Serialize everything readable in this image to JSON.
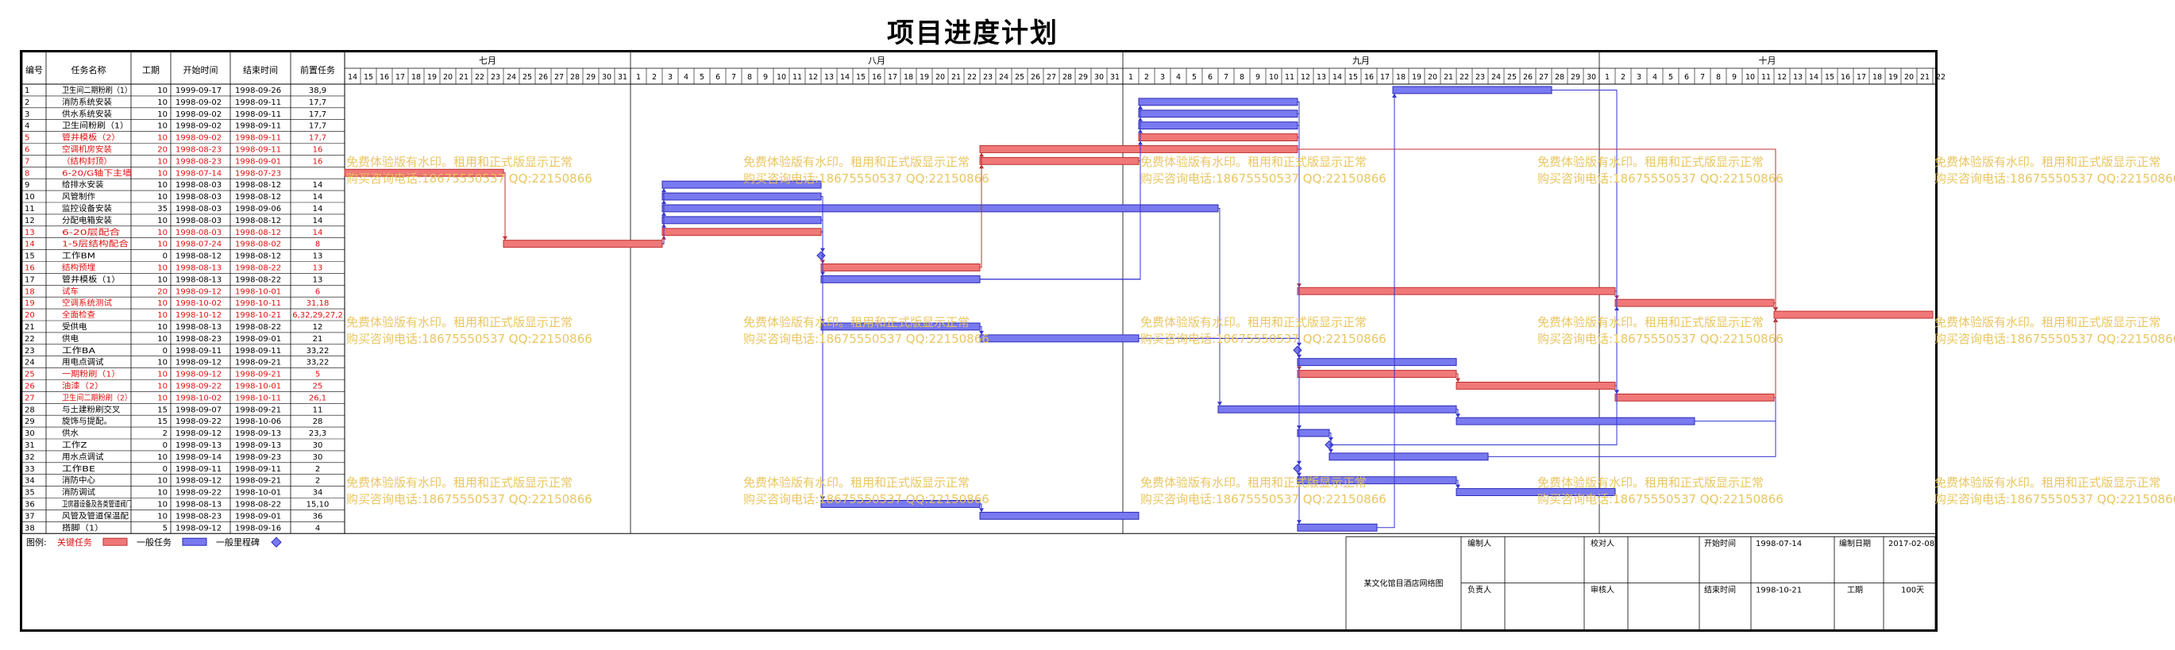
{
  "title": "项目进度计划",
  "columns": [
    "编号",
    "任务名称",
    "工期",
    "开始时间",
    "结束时间",
    "前置任务"
  ],
  "months": [
    "七月",
    "八月",
    "九月",
    "十月"
  ],
  "timeline": {
    "days": [
      "14",
      "15",
      "16",
      "17",
      "18",
      "19",
      "20",
      "21",
      "22",
      "23",
      "24",
      "25",
      "26",
      "27",
      "28",
      "29",
      "30",
      "31",
      "1",
      "2",
      "3",
      "4",
      "5",
      "6",
      "7",
      "8",
      "9",
      "10",
      "11",
      "12",
      "13",
      "14",
      "15",
      "16",
      "17",
      "18",
      "19",
      "20",
      "21",
      "22",
      "23",
      "24",
      "25",
      "26",
      "27",
      "28",
      "29",
      "30",
      "31",
      "1",
      "2",
      "3",
      "4",
      "5",
      "6",
      "7",
      "8",
      "9",
      "10",
      "11",
      "12",
      "13",
      "14",
      "15",
      "16",
      "17",
      "18",
      "19",
      "20",
      "21",
      "22",
      "23",
      "24",
      "25",
      "26",
      "27",
      "28",
      "29",
      "30",
      "1",
      "2",
      "3",
      "4",
      "5",
      "6",
      "7",
      "8",
      "9",
      "10",
      "11",
      "12",
      "13",
      "14",
      "15",
      "16",
      "17",
      "18",
      "19",
      "20",
      "21",
      "22"
    ],
    "month_starts": [
      0,
      18,
      49,
      79
    ]
  },
  "chart_data": {
    "type": "gantt",
    "x_start": "1998-07-14",
    "tasks": [
      {
        "id": "1",
        "name": "卫生间二期粉刷（1）",
        "dur": "10",
        "start": "1999-09-17",
        "end": "1998-09-26",
        "pred": "38,9",
        "critical": false,
        "s": 66,
        "e": 76
      },
      {
        "id": "2",
        "name": "消防系统安装",
        "dur": "10",
        "start": "1998-09-02",
        "end": "1998-09-11",
        "pred": "17,7",
        "critical": false,
        "s": 50,
        "e": 60
      },
      {
        "id": "3",
        "name": "供水系统安装",
        "dur": "10",
        "start": "1998-09-02",
        "end": "1998-09-11",
        "pred": "17,7",
        "critical": false,
        "s": 50,
        "e": 60
      },
      {
        "id": "4",
        "name": "卫生间粉刷（1）",
        "dur": "10",
        "start": "1998-09-02",
        "end": "1998-09-11",
        "pred": "17,7",
        "critical": false,
        "s": 50,
        "e": 60
      },
      {
        "id": "5",
        "name": "管井模板（2）",
        "dur": "10",
        "start": "1998-09-02",
        "end": "1998-09-11",
        "pred": "17,7",
        "critical": true,
        "s": 50,
        "e": 60
      },
      {
        "id": "6",
        "name": "空调机房安装",
        "dur": "20",
        "start": "1998-08-23",
        "end": "1998-09-11",
        "pred": "16",
        "critical": true,
        "s": 40,
        "e": 60
      },
      {
        "id": "7",
        "name": "（结构封顶）",
        "dur": "10",
        "start": "1998-08-23",
        "end": "1998-09-01",
        "pred": "16",
        "critical": true,
        "s": 40,
        "e": 50
      },
      {
        "id": "8",
        "name": "6-20/G轴下主墙",
        "dur": "10",
        "start": "1998-07-14",
        "end": "1998-07-23",
        "pred": "",
        "critical": true,
        "s": 0,
        "e": 10
      },
      {
        "id": "9",
        "name": "给排水安装",
        "dur": "10",
        "start": "1998-08-03",
        "end": "1998-08-12",
        "pred": "14",
        "critical": false,
        "s": 20,
        "e": 30
      },
      {
        "id": "10",
        "name": "风管制作",
        "dur": "10",
        "start": "1998-08-03",
        "end": "1998-08-12",
        "pred": "14",
        "critical": false,
        "s": 20,
        "e": 30
      },
      {
        "id": "11",
        "name": "监控设备安装",
        "dur": "35",
        "start": "1998-08-03",
        "end": "1998-09-06",
        "pred": "14",
        "critical": false,
        "s": 20,
        "e": 55
      },
      {
        "id": "12",
        "name": "分配电箱安装",
        "dur": "10",
        "start": "1998-08-03",
        "end": "1998-08-12",
        "pred": "14",
        "critical": false,
        "s": 20,
        "e": 30
      },
      {
        "id": "13",
        "name": "6-20层配合",
        "dur": "10",
        "start": "1998-08-03",
        "end": "1998-08-12",
        "pred": "14",
        "critical": true,
        "s": 20,
        "e": 30
      },
      {
        "id": "14",
        "name": "1-5层结构配合",
        "dur": "10",
        "start": "1998-07-24",
        "end": "1998-08-02",
        "pred": "8",
        "critical": true,
        "s": 10,
        "e": 20
      },
      {
        "id": "15",
        "name": "工作BM",
        "dur": "0",
        "start": "1998-08-12",
        "end": "1998-08-12",
        "pred": "13",
        "critical": false,
        "s": 30,
        "e": 30,
        "milestone": true
      },
      {
        "id": "16",
        "name": "结构预埋",
        "dur": "10",
        "start": "1998-08-13",
        "end": "1998-08-22",
        "pred": "13",
        "critical": true,
        "s": 30,
        "e": 40
      },
      {
        "id": "17",
        "name": "管井模板（1）",
        "dur": "10",
        "start": "1998-08-13",
        "end": "1998-08-22",
        "pred": "13",
        "critical": false,
        "s": 30,
        "e": 40
      },
      {
        "id": "18",
        "name": "试车",
        "dur": "20",
        "start": "1998-09-12",
        "end": "1998-10-01",
        "pred": "6",
        "critical": true,
        "s": 60,
        "e": 80
      },
      {
        "id": "19",
        "name": "空调系统测试",
        "dur": "10",
        "start": "1998-10-02",
        "end": "1998-10-11",
        "pred": "31,18",
        "critical": true,
        "s": 80,
        "e": 90
      },
      {
        "id": "20",
        "name": "全面检查",
        "dur": "10",
        "start": "1998-10-12",
        "end": "1998-10-21",
        "pred": "6,32,29,27,2",
        "critical": true,
        "s": 90,
        "e": 100
      },
      {
        "id": "21",
        "name": "受供电",
        "dur": "10",
        "start": "1998-08-13",
        "end": "1998-08-22",
        "pred": "12",
        "critical": false,
        "s": 30,
        "e": 40
      },
      {
        "id": "22",
        "name": "供电",
        "dur": "10",
        "start": "1998-08-23",
        "end": "1998-09-01",
        "pred": "21",
        "critical": false,
        "s": 40,
        "e": 50
      },
      {
        "id": "23",
        "name": "工作BA",
        "dur": "0",
        "start": "1998-09-11",
        "end": "1998-09-11",
        "pred": "33,22",
        "critical": false,
        "s": 60,
        "e": 60,
        "milestone": true
      },
      {
        "id": "24",
        "name": "用电点调试",
        "dur": "10",
        "start": "1998-09-12",
        "end": "1998-09-21",
        "pred": "33,22",
        "critical": false,
        "s": 60,
        "e": 70
      },
      {
        "id": "25",
        "name": "一期粉刷（1）",
        "dur": "10",
        "start": "1998-09-12",
        "end": "1998-09-21",
        "pred": "5",
        "critical": true,
        "s": 60,
        "e": 70
      },
      {
        "id": "26",
        "name": "油漆（2）",
        "dur": "10",
        "start": "1998-09-22",
        "end": "1998-10-01",
        "pred": "25",
        "critical": true,
        "s": 70,
        "e": 80
      },
      {
        "id": "27",
        "name": "卫生间二期粉刷（2）",
        "dur": "10",
        "start": "1998-10-02",
        "end": "1998-10-11",
        "pred": "26,1",
        "critical": true,
        "s": 80,
        "e": 90
      },
      {
        "id": "28",
        "name": "与土建粉刷交叉",
        "dur": "15",
        "start": "1998-09-07",
        "end": "1998-09-21",
        "pred": "11",
        "critical": false,
        "s": 55,
        "e": 70
      },
      {
        "id": "29",
        "name": "旋饰与提配。",
        "dur": "15",
        "start": "1998-09-22",
        "end": "1998-10-06",
        "pred": "28",
        "critical": false,
        "s": 70,
        "e": 85
      },
      {
        "id": "30",
        "name": "供水",
        "dur": "2",
        "start": "1998-09-12",
        "end": "1998-09-13",
        "pred": "23,3",
        "critical": false,
        "s": 60,
        "e": 62
      },
      {
        "id": "31",
        "name": "工作Z",
        "dur": "0",
        "start": "1998-09-13",
        "end": "1998-09-13",
        "pred": "30",
        "critical": false,
        "s": 62,
        "e": 62,
        "milestone": true
      },
      {
        "id": "32",
        "name": "用水点调试",
        "dur": "10",
        "start": "1998-09-14",
        "end": "1998-09-23",
        "pred": "30",
        "critical": false,
        "s": 62,
        "e": 72
      },
      {
        "id": "33",
        "name": "工作BE",
        "dur": "0",
        "start": "1998-09-11",
        "end": "1998-09-11",
        "pred": "2",
        "critical": false,
        "s": 60,
        "e": 60,
        "milestone": true
      },
      {
        "id": "34",
        "name": "消防中心",
        "dur": "10",
        "start": "1998-09-12",
        "end": "1998-09-21",
        "pred": "2",
        "critical": false,
        "s": 60,
        "e": 70
      },
      {
        "id": "35",
        "name": "消防调试",
        "dur": "10",
        "start": "1998-09-22",
        "end": "1998-10-01",
        "pred": "34",
        "critical": false,
        "s": 70,
        "e": 80
      },
      {
        "id": "36",
        "name": "卫房器设备及各类管道阀门",
        "dur": "10",
        "start": "1998-08-13",
        "end": "1998-08-22",
        "pred": "15,10",
        "critical": false,
        "s": 30,
        "e": 40
      },
      {
        "id": "37",
        "name": "风管及管道保温配",
        "dur": "10",
        "start": "1998-08-23",
        "end": "1998-09-01",
        "pred": "36",
        "critical": false,
        "s": 40,
        "e": 50
      },
      {
        "id": "38",
        "name": "搭脚（1）",
        "dur": "5",
        "start": "1998-09-12",
        "end": "1998-09-16",
        "pred": "4",
        "critical": false,
        "s": 60,
        "e": 65
      }
    ],
    "links": [
      [
        8,
        14
      ],
      [
        14,
        13
      ],
      [
        14,
        9
      ],
      [
        14,
        10
      ],
      [
        14,
        11
      ],
      [
        14,
        12
      ],
      [
        13,
        16
      ],
      [
        13,
        17
      ],
      [
        13,
        15
      ],
      [
        16,
        6
      ],
      [
        16,
        7
      ],
      [
        17,
        2
      ],
      [
        17,
        3
      ],
      [
        17,
        4
      ],
      [
        17,
        5
      ],
      [
        7,
        2
      ],
      [
        6,
        18
      ],
      [
        18,
        19
      ],
      [
        31,
        19
      ],
      [
        12,
        21
      ],
      [
        21,
        22
      ],
      [
        22,
        23
      ],
      [
        22,
        24
      ],
      [
        5,
        25
      ],
      [
        25,
        26
      ],
      [
        26,
        27
      ],
      [
        11,
        28
      ],
      [
        28,
        29
      ],
      [
        3,
        30
      ],
      [
        30,
        31
      ],
      [
        30,
        32
      ],
      [
        2,
        33
      ],
      [
        2,
        34
      ],
      [
        34,
        35
      ],
      [
        15,
        36
      ],
      [
        10,
        36
      ],
      [
        36,
        37
      ],
      [
        4,
        38
      ],
      [
        38,
        1
      ],
      [
        1,
        27
      ],
      [
        19,
        20
      ],
      [
        29,
        20
      ],
      [
        32,
        20
      ],
      [
        27,
        20
      ],
      [
        6,
        20
      ]
    ]
  },
  "legend": {
    "prefix": "图例:",
    "critical": "关键任务",
    "normal": "一般任务",
    "milestone": "一般里程碑"
  },
  "footer": {
    "project": "某文化馆目酒店网络图",
    "prepared_by_label": "编制人",
    "checker_label": "校对人",
    "owner_label": "负责人",
    "reviewer_label": "审核人",
    "start_label": "开始时间",
    "start_value": "1998-07-14",
    "end_label": "结束时间",
    "end_value": "1998-10-21",
    "date_label": "编制日期",
    "date_value": "2017-02-08",
    "period_label": "工期",
    "period_value": "100天"
  },
  "watermark": {
    "line1": "免费体验版有水印。租用和正式版显示正常",
    "line2": "购买咨询电话:18675550537 QQ:22150866"
  },
  "colors": {
    "critical": "#f07878",
    "critical_border": "#c03030",
    "normal": "#7a7af0",
    "normal_border": "#2a2ab8",
    "link": "#3535d0",
    "critical_text": "#e01010"
  }
}
